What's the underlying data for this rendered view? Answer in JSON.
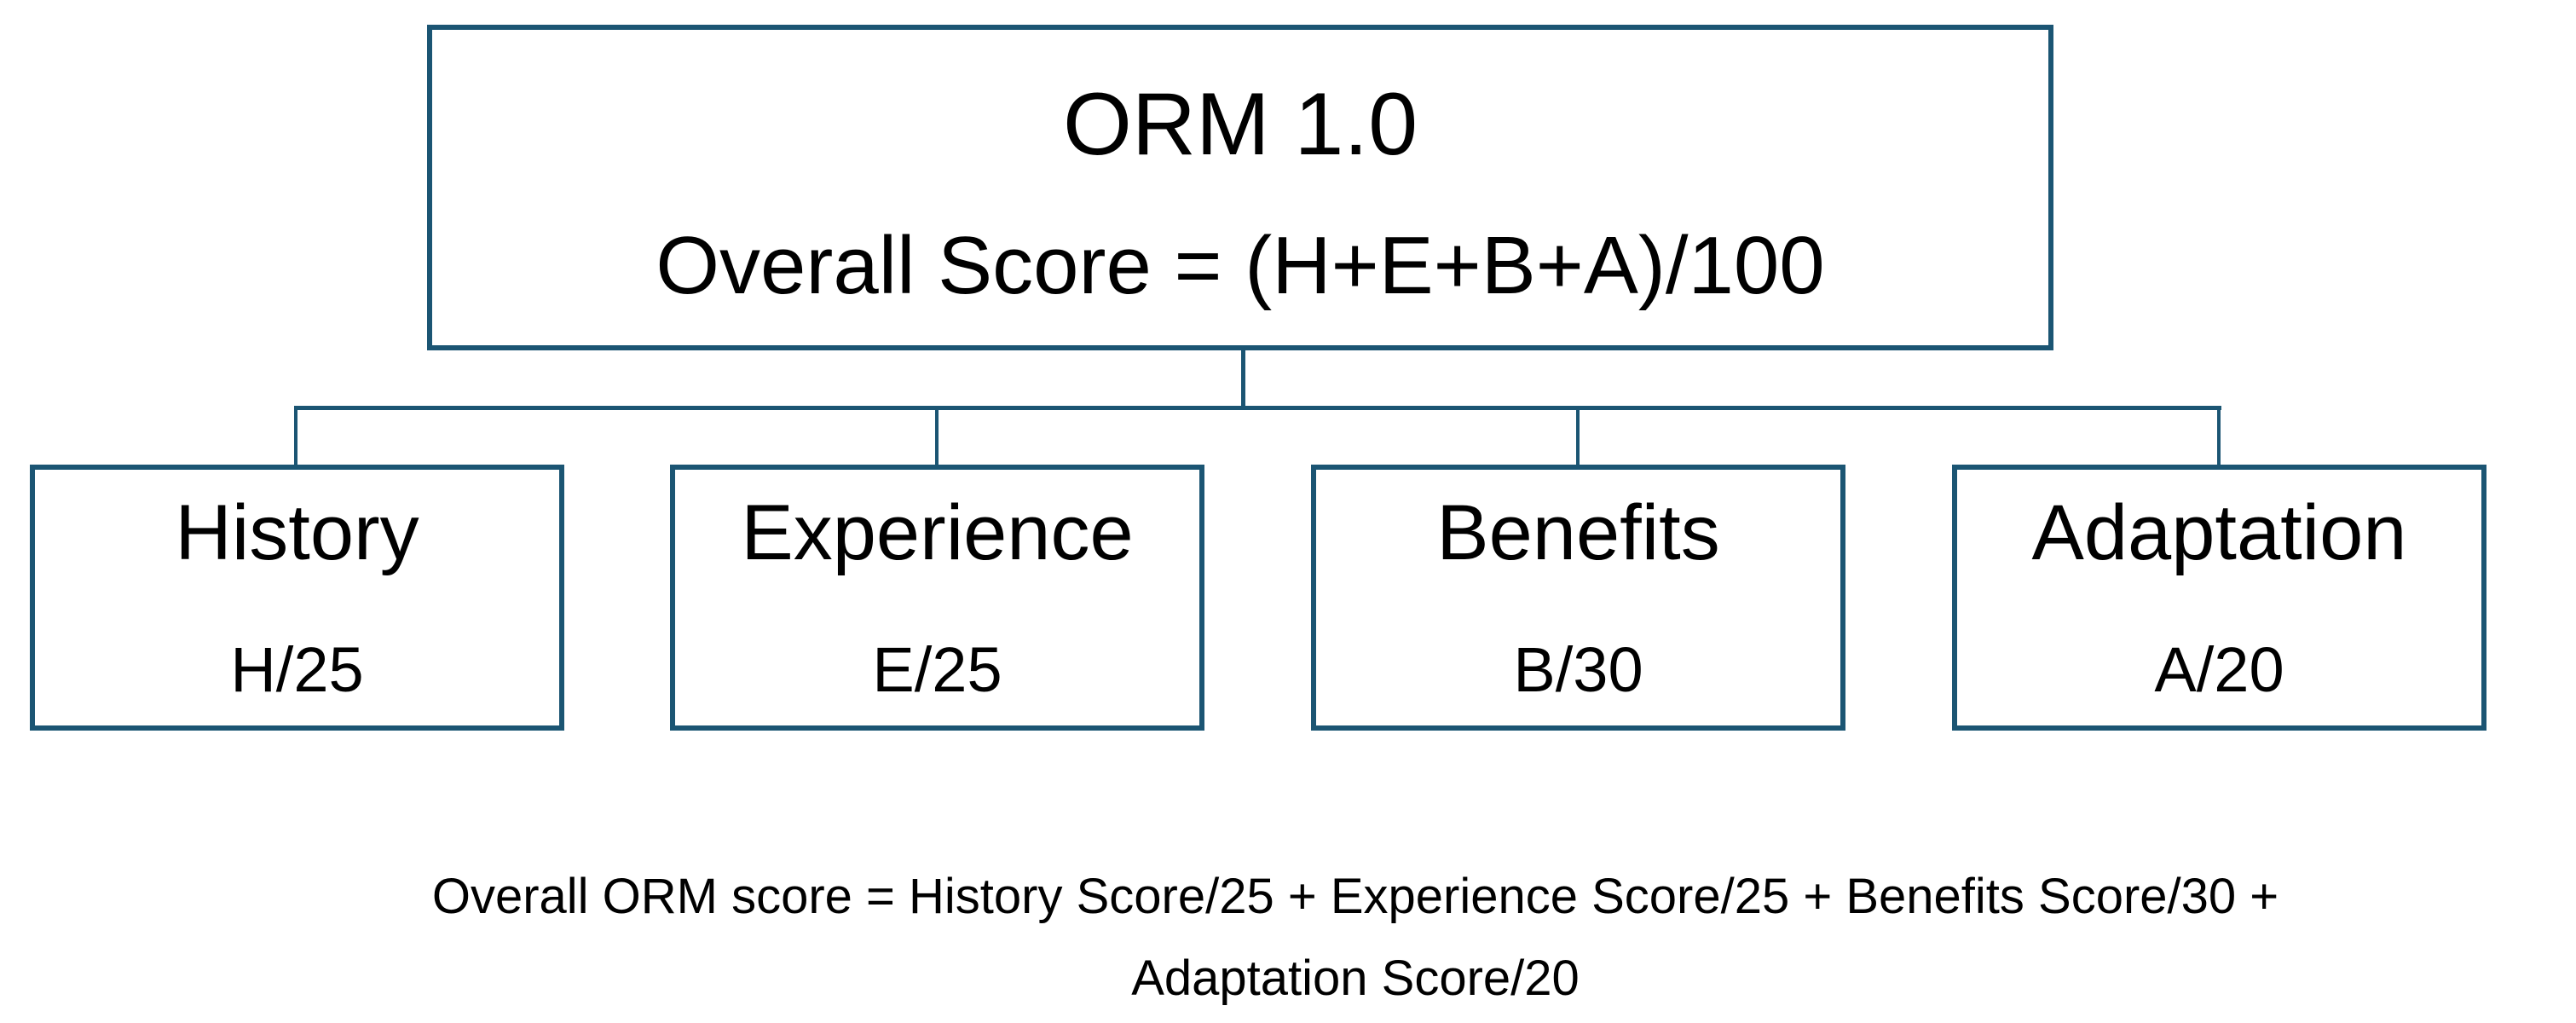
{
  "root": {
    "title": "ORM 1.0",
    "formula": "Overall Score = (H+E+B+A)/100"
  },
  "children": [
    {
      "title": "History",
      "score": "H/25"
    },
    {
      "title": "Experience",
      "score": "E/25"
    },
    {
      "title": "Benefits",
      "score": "B/30"
    },
    {
      "title": "Adaptation",
      "score": "A/20"
    }
  ],
  "caption": {
    "line1": "Overall ORM score = History Score/25 + Experience Score/25 + Benefits Score/30 +",
    "line2": "Adaptation Score/20"
  },
  "colors": {
    "border": "#1b5573"
  }
}
